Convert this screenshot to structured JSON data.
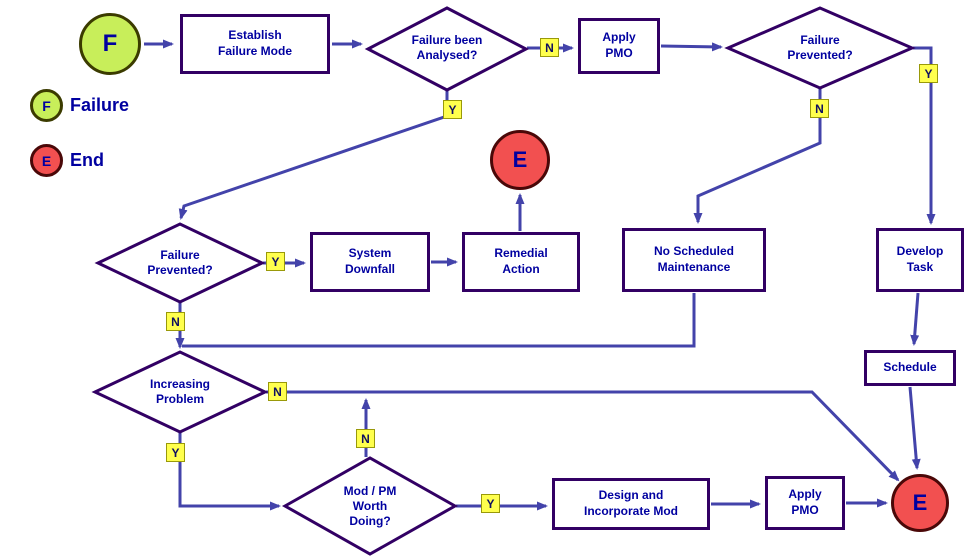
{
  "colors": {
    "connector": "#4343aa",
    "shape_border": "#320064",
    "node_text": "#0000a0",
    "branch_chip_bg": "#ffff4d",
    "start_fill": "#c8ee5a",
    "end_fill": "#f25050"
  },
  "legend": {
    "failure_symbol": "F",
    "failure_label": "Failure",
    "end_symbol": "E",
    "end_label": "End"
  },
  "branch": {
    "yes": "Y",
    "no": "N"
  },
  "nodes": {
    "start": {
      "label": "F"
    },
    "establish": {
      "label": "Establish\nFailure Mode"
    },
    "analysed": {
      "label": "Failure been\nAnalysed?"
    },
    "apply_pmo_top": {
      "label": "Apply\nPMO"
    },
    "prevented_right": {
      "label": "Failure\nPrevented?"
    },
    "prevented_left": {
      "label": "Failure\nPrevented?"
    },
    "system_downfall": {
      "label": "System\nDownfall"
    },
    "remedial_action": {
      "label": "Remedial\nAction"
    },
    "end_top": {
      "label": "E"
    },
    "no_scheduled": {
      "label": "No Scheduled\nMaintenance"
    },
    "develop_task": {
      "label": "Develop\nTask"
    },
    "schedule": {
      "label": "Schedule"
    },
    "increasing_problem": {
      "label": "Increasing\nProblem"
    },
    "mod_pm": {
      "label": "Mod / PM\nWorth\nDoing?"
    },
    "design_mod": {
      "label": "Design and\nIncorporate Mod"
    },
    "apply_pmo_bottom": {
      "label": "Apply\nPMO"
    },
    "end_bottom": {
      "label": "E"
    }
  }
}
